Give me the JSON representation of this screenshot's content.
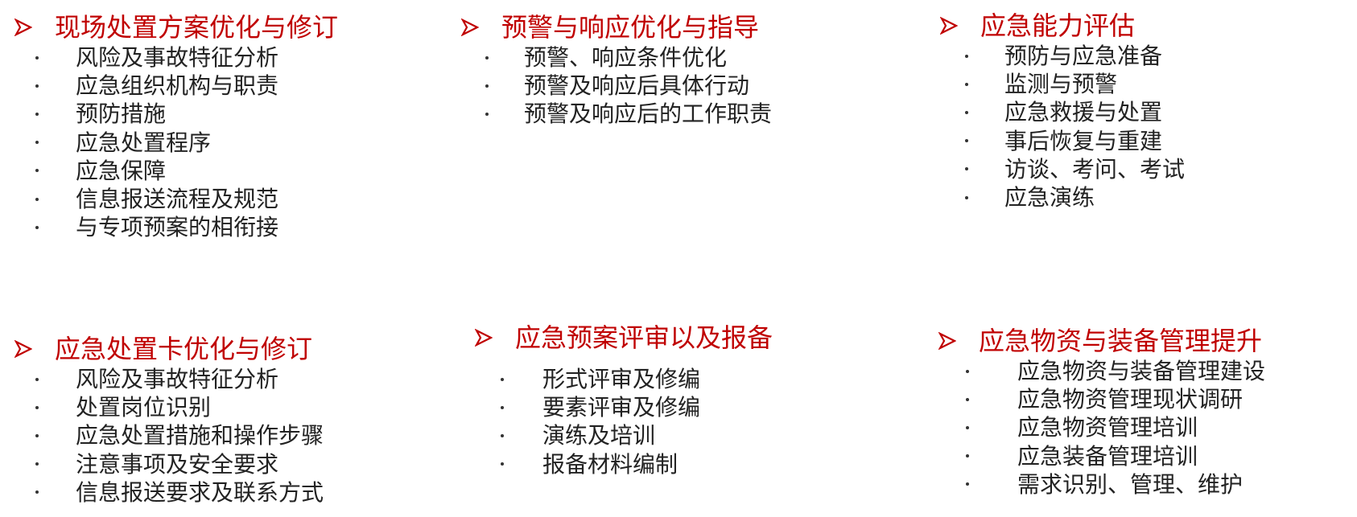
{
  "accent_color": "#c00000",
  "arrow_icon": "arrowhead-right-icon",
  "sections": [
    {
      "title": "现场处置方案优化与修订",
      "items": [
        "风险及事故特征分析",
        "应急组织机构与职责",
        "预防措施",
        "应急处置程序",
        "应急保障",
        "信息报送流程及规范",
        "与专项预案的相衔接"
      ]
    },
    {
      "title": "预警与响应优化与指导",
      "items": [
        "预警、响应条件优化",
        "预警及响应后具体行动",
        "预警及响应后的工作职责"
      ]
    },
    {
      "title": "应急能力评估",
      "items": [
        "预防与应急准备",
        "监测与预警",
        "应急救援与处置",
        "事后恢复与重建",
        "访谈、考问、考试",
        "应急演练"
      ]
    },
    {
      "title": "应急处置卡优化与修订",
      "items": [
        "风险及事故特征分析",
        "处置岗位识别",
        "应急处置措施和操作步骤",
        "注意事项及安全要求",
        "信息报送要求及联系方式"
      ]
    },
    {
      "title": "应急预案评审以及报备",
      "items": [
        "形式评审及修编",
        "要素评审及修编",
        "演练及培训",
        "报备材料编制"
      ]
    },
    {
      "title": "应急物资与装备管理提升",
      "items": [
        "应急物资与装备管理建设",
        "应急物资管理现状调研",
        "应急物资管理培训",
        "应急装备管理培训",
        "需求识别、管理、维护"
      ]
    }
  ]
}
